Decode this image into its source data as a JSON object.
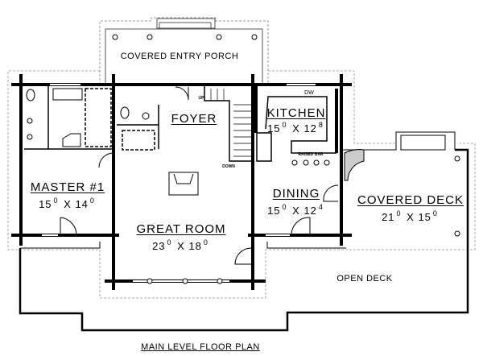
{
  "title": "MAIN LEVEL FLOOR PLAN",
  "rooms": {
    "porch": {
      "name": "COVERED ENTRY PORCH"
    },
    "foyer": {
      "name": "FOYER"
    },
    "kitchen": {
      "name": "KITCHEN",
      "w": "15",
      "w_in": "0",
      "h": "12",
      "h_in": "8"
    },
    "master": {
      "name": "MASTER #1",
      "w": "15",
      "w_in": "0",
      "h": "14",
      "h_in": "0"
    },
    "great_room": {
      "name": "GREAT ROOM",
      "w": "23",
      "w_in": "0",
      "h": "18",
      "h_in": "0"
    },
    "dining": {
      "name": "DINING",
      "w": "15",
      "w_in": "0",
      "h": "12",
      "h_in": "4"
    },
    "covered_deck": {
      "name": "COVERED DECK",
      "w": "21",
      "w_in": "0",
      "h": "15",
      "h_in": "0"
    },
    "open_deck": {
      "name": "OPEN DECK"
    }
  },
  "annotations": {
    "raised_bar": "RAISED BAR",
    "dw": "DW",
    "up": "UP",
    "down": "DOWN"
  }
}
